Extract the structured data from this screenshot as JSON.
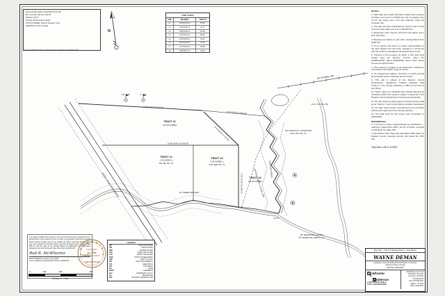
{
  "palette": {
    "line": "#222222",
    "seal": "#a06a32",
    "paper": "#fdfdfc"
  },
  "recording_stamp": {
    "lines": [
      "Filed and Recorded: 01/10/2023 02:41 PM",
      "Bk: PLAT  Pg: 126  Fee: $10.00",
      "Plat  Doc: PLAT",
      "Penalty: $0.00  Interest: $0.00",
      "JUSTIN POWER, Clerk of Superior Court",
      "DAWSON County, Georgia"
    ],
    "footer": "NOT VALID WITHOUT THE CLERK OF THE COURT PLAT INFORMATION"
  },
  "north": {
    "label": "N"
  },
  "line_table": {
    "title": "LINE TABLE",
    "headers": [
      "LINE",
      "BEARING",
      "LENGTH"
    ],
    "rows": [
      [
        "L1",
        "N 04°12'33\" E",
        "35.10'"
      ],
      [
        "L2",
        "N 12°44'02\" E",
        "42.77'"
      ],
      [
        "L3",
        "S 88°15'40\" E",
        "51.08'"
      ],
      [
        "L4",
        "S 76°03'12\" E",
        "28.94'"
      ],
      [
        "L5",
        "S 64°20'55\" E",
        "33.61'"
      ],
      [
        "L6",
        "S 81°42'18\" E",
        "47.25'"
      ],
      [
        "L7",
        "N 72°10'44\" E",
        "39.88'"
      ],
      [
        "L8",
        "N 66°55'21\" E",
        "44.02'"
      ]
    ]
  },
  "notes": {
    "title": "NOTES:",
    "items": [
      "1. Field data upon which this plat is based has a closure precision of one foot in 15,820 feet and an angular error of 04\" per angle point, and was adjusted using the compass rule.",
      "2. This plat has been calculated for closure and is found to be accurate within one foot in 118,455 feet.",
      "3. Equipment used: Topcon GTS-313 total station and a 100' steel tape.",
      "4. Bearings are based on grid north, Georgia West Zone (NAD 83).",
      "5. In my opinion this plat is a correct representation of the land platted and has been prepared in conformity with the minimum standards and requirements of law.",
      "6. Portions of this property lie within a 100 year flood hazard area per F.E.M.A. F.I.R.M. panel No. 13085C0115D, dated 09/26/2008. Flood limits shown hereon are approximate.",
      "7. This property is subject to all easements, restrictions, reservations and rights of way of record.",
      "8. No underground utilities, structures or burial grounds were located unless otherwise shown hereon.",
      "9. This plat is subject to the Dawson County development regulations; building setbacks shall conform to the zoning ordinance in effect at the time of permitting.",
      "10. Water supply by individual well; sewage disposal by individual septic tank systems subject to approval of the Dawson County Department of Environmental Health.",
      "11. The 30' access & utility easement shown hereon shall serve Tracts 2, 3 and 4 and shall be privately maintained.",
      "12. No state waters buffer encroachments are permitted without prior approval of the issuing authority.",
      "13. The field work for this survey was completed on 03/15/2023."
    ],
    "references_title": "REFERENCES:",
    "references": [
      "1. A survey for Foster Colwell Marand by McWhorter — Anderson, dated 05-07-1997, Job No. 97-0244, recorded in Plat Book 46, Page 118.",
      "2. Deed Book 1124, Page 233; Deed Book 998, Page 74; Dawson County, Georgia records. Tax parcel No. 078-012."
    ],
    "total_area": "Total Area:  ±26.01 ACRES"
  },
  "drawing": {
    "tracts": {
      "t1": {
        "name": "TRACT #1",
        "a": "±10.02 ACRES"
      },
      "t2": {
        "name": "TRACT #2",
        "a": "1.76 ACRES ±",
        "b": "P.B. 89, PG. 14"
      },
      "t3": {
        "name": "TRACT #3",
        "a": "2.04 ACRES ±",
        "b": "D.B. 998, PG. 74"
      },
      "t4": {
        "name": "TRACT #4",
        "a": "±11.36 ACRES"
      }
    },
    "annotations": [
      "N 88°44'21\" E  912.42'",
      "S 44°29'10\" E  142.06'",
      "N 89°18'40\" W  654.80'",
      "S 01°40'12\" W  289.15'",
      "CANDLER CREEK",
      "GRAVEL ROAD (R/W VARIES)",
      "APPROX. 100 YR. FLOOD LINE",
      "O/H POWER LINE",
      "N/F DOROTHY LUNSFORD",
      "D.B. 445, PG. 12",
      "P.O.B.",
      "1/2\" RBF",
      "1\" OTF",
      "S 87°22'05\" E  395.44'",
      "20' CREEK BUFFER",
      "N/F REMAINING LANDS",
      "OF WAMPLER FAMILY, L.P.",
      "D.B. 772, PG. 301"
    ]
  },
  "legend": {
    "title": "LEGEND",
    "entries": [
      [
        "IPF",
        "IRON PIN FOUND"
      ],
      [
        "IPS",
        "IRON PIN SET"
      ],
      [
        "RBF",
        "RE-BAR FOUND"
      ],
      [
        "OTF",
        "OPEN TOP FOUND"
      ],
      [
        "CTF",
        "CRIMP TOP FOUND"
      ],
      [
        "POB",
        "POINT OF BEGINNING"
      ],
      [
        "R/W",
        "RIGHT OF WAY"
      ],
      [
        "N/F",
        "NOW OR FORMERLY"
      ],
      [
        "D.B.",
        "DEED BOOK"
      ],
      [
        "P.B.",
        "PLAT BOOK"
      ],
      [
        "PG.",
        "PAGE"
      ],
      [
        "ESMT",
        "EASEMENT"
      ],
      [
        "O/H",
        "OVERHEAD UTILITY"
      ],
      [
        "C/L",
        "CENTERLINE"
      ],
      [
        "BSL",
        "BUILDING SETBACK LINE"
      ]
    ]
  },
  "certification": {
    "text": "It is hereby certified that this plat is true and correct and was prepared from an actual survey of the property by me or under my supervision; that all monuments shown hereon actually exist or are marked as \"future\" and their location, size, type and material are correctly shown; and that all requirements of the Georgia Plat Act and the rules of the Georgia Board of Registration for Professional Engineers and Land Surveyors have been fully complied with.",
    "signature": "Rod B. McWhorter",
    "sig_date": "10-05-2022",
    "sig_name": "Rod B. McWhorter, GA R.L.S. No. 2654",
    "auth_line": "L.S.F. Certificate of Authorization Number: LSF000757"
  },
  "seal": {
    "top": "G E O R G I A",
    "center1": "REGISTERED",
    "center2": "No. 2654",
    "center3": "ROD B. McWHORTER",
    "bottom": "LAND SURVEYOR",
    "star": "★"
  },
  "scale_bar": {
    "labels": [
      "0",
      "100'",
      "200'",
      "400'"
    ],
    "caption": "SCALE: 1\" = 200'"
  },
  "title_block": {
    "heading": "Minor Plat — Tract 2 of Wampler Division — Final Plat for:",
    "name": "WAYNE DEMAN",
    "loc1": "Located in Land Lots 678 & 679, 4th District, 1st Section",
    "loc2": "Dawson County, Georgia",
    "loc3": "Plat Date: 04/21/2023",
    "logo": {
      "m": "M",
      "rest1": "cWhorter",
      "amp": "&",
      "a": "A",
      "rest2": "nderson",
      "sub1": "LAND SURVEYING &",
      "sub2": "CIVIL ENGINEERING"
    },
    "contacts": [
      "3325 Bailey Farm Road",
      "Building B, Suite 200",
      "Cumming, GA 30040",
      "(770) 888-0149",
      "FAX (770) 888-0152",
      "JOB No.: 23-1405",
      "DATE: 04/21/2023"
    ]
  }
}
